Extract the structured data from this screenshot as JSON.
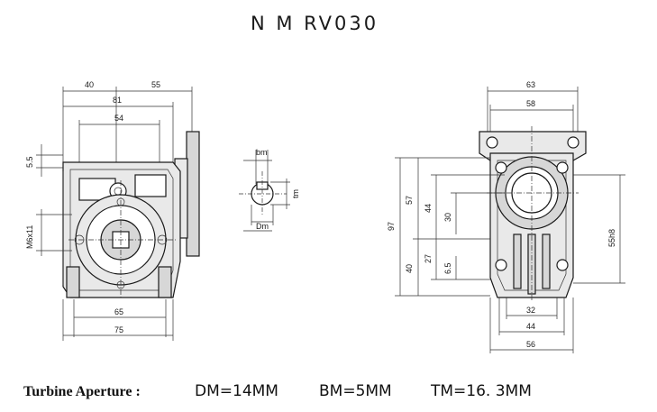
{
  "title": "N M RV030",
  "front_view": {
    "dims": {
      "d40": "40",
      "d55": "55",
      "d81": "81",
      "d54": "54",
      "d5_5": "5.5",
      "dM6x11": "M6x11",
      "d65": "65",
      "d75": "75"
    }
  },
  "shaft_detail": {
    "dims": {
      "bm": "bm",
      "tm": "tm",
      "Dm": "Dm"
    }
  },
  "side_view": {
    "dims": {
      "d63": "63",
      "d58": "58",
      "d97": "97",
      "d57": "57",
      "d44v": "44",
      "d30": "30",
      "d27": "27",
      "d40v": "40",
      "d6_5": "6.5",
      "d55h8": "55h8",
      "d32": "32",
      "d44h": "44",
      "d56": "56"
    }
  },
  "footer": {
    "label": "Turbine Aperture :",
    "dm": "DM=14MM",
    "bm": "BM=5MM",
    "tm": "TM=16. 3MM"
  }
}
